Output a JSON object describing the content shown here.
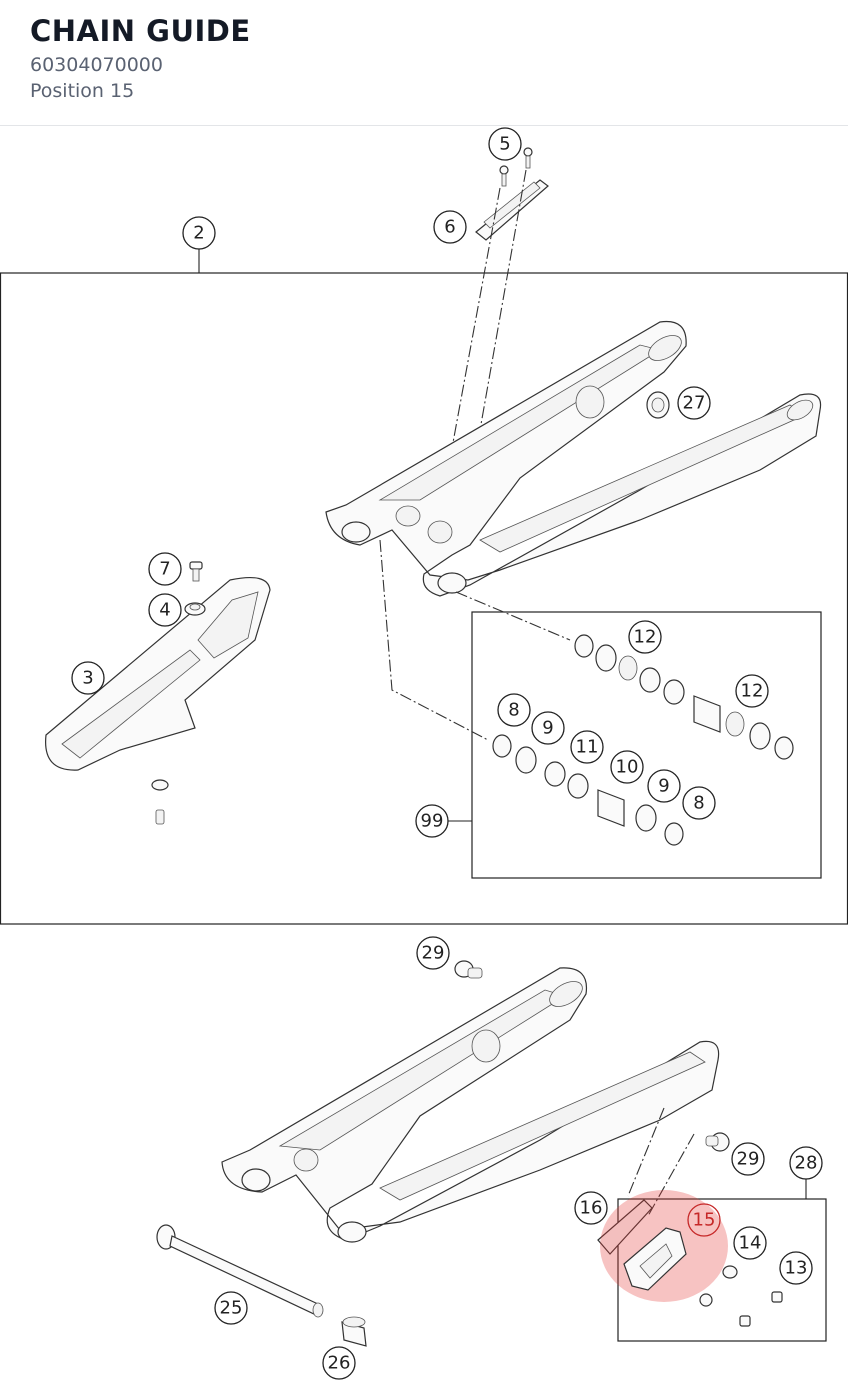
{
  "header": {
    "title": "CHAIN GUIDE",
    "part_number": "60304070000",
    "position": "Position 15"
  },
  "diagram": {
    "highlight_color": "#e53935",
    "highlighted_callout": "15",
    "callouts": {
      "c5": "5",
      "c6": "6",
      "c2": "2",
      "c27": "27",
      "c7": "7",
      "c4": "4",
      "c3": "3",
      "c12a": "12",
      "c12b": "12",
      "c8a": "8",
      "c9a": "9",
      "c11": "11",
      "c10": "10",
      "c9b": "9",
      "c8b": "8",
      "c99": "99",
      "c29a": "29",
      "c29b": "29",
      "c28": "28",
      "c16": "16",
      "c15": "15",
      "c14": "14",
      "c13": "13",
      "c25": "25",
      "c26": "26"
    }
  }
}
